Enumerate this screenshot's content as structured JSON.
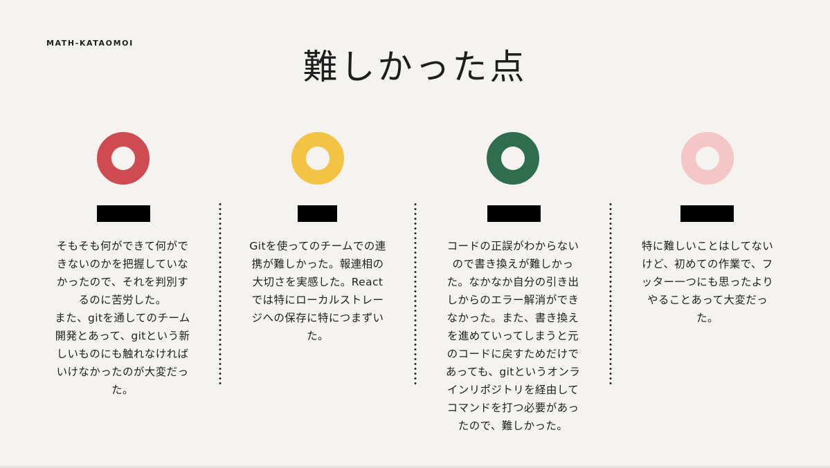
{
  "brand": "MATH-KATAOMOI",
  "title": "難しかった点",
  "colors": {
    "background": "#f4f3ef",
    "ring_1": "#cf4b52",
    "ring_2": "#f3c343",
    "ring_3": "#2f6d4f",
    "ring_4": "#f4c6c7",
    "separator": "#2a2a2a"
  },
  "columns": [
    {
      "text": "そもそも何ができて何がで\nきないのかを把握していな\nかったので、それを判別す\nるのに苦労した。\nまた、gitを通してのチーム\n開発とあって、gitという新\nしいものにも触れなければ\nいけなかったのが大変だっ\nた。"
    },
    {
      "text": "Gitを使ってのチームでの連\n携が難しかった。報連相の\n大切さを実感した。React\nでは特にローカルストレー\nジへの保存に特につまずい\nた。"
    },
    {
      "text": "コードの正誤がわからない\nので書き換えが難しかっ\nた。なかなか自分の引き出\nしからのエラー解消ができ\nなかった。また、書き換え\nを進めていってしまうと元\nのコードに戻すためだけで\nあっても、gitというオンラ\nインリポジトリを経由して\nコマンドを打つ必要があっ\nたので、難しかった。"
    },
    {
      "text": "特に難しいことはしてない\nけど、初めての作業で、フ\nッター一つにも思ったより\nやることあって大変だっ\nた。"
    }
  ]
}
